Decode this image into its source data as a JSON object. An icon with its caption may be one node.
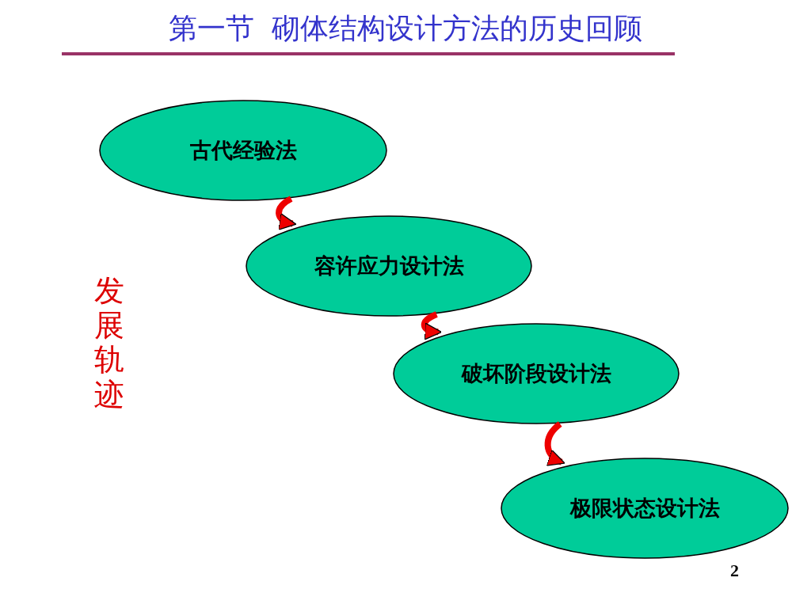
{
  "diagram": {
    "title": "第一节  砌体结构设计方法的历史回顾",
    "nodes": [
      {
        "text": [
          "古代经验法"
        ]
      },
      {
        "text": [
          "容许应力设计法"
        ]
      },
      {
        "text": [
          "破坏阶段设计法"
        ]
      },
      {
        "text": [
          "极限状态设计法"
        ]
      }
    ],
    "edges": [
      {
        "from": 0,
        "to": 1,
        "arrow": "to"
      },
      {
        "from": 1,
        "to": 2,
        "arrow": "to"
      },
      {
        "from": 2,
        "to": 3,
        "arrow": "to"
      }
    ],
    "labels": [
      "发展轨迹",
      "2"
    ]
  }
}
